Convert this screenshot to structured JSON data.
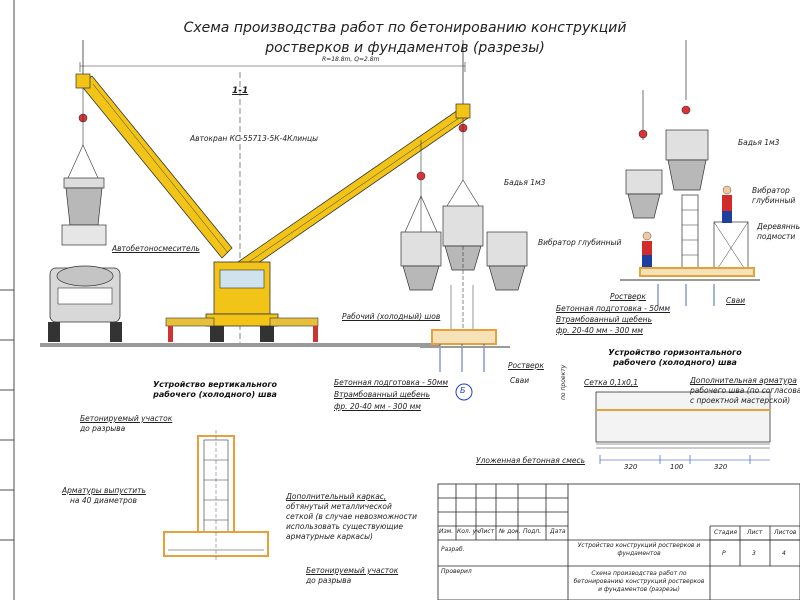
{
  "drawing": {
    "title": "Схема производства работ по бетонированию конструкций ростверков и фундаментов (разрезы)",
    "crane_params": "R=18.8m, Q=2.8m",
    "section_mark": "1-1",
    "crane_label": "Автокран КС-55713-5К-4Клинцы",
    "mixer_label": "Автобетоносмеситель",
    "bucket_label_left": "Бадья 1м3",
    "bucket_label_right": "Бадья 1м3",
    "cold_joint_board": "Рабочий (холодный) шов",
    "grillage_label": "Ростверк",
    "piles_label": "Сваи",
    "left_layers": [
      "Бетонная подготовка - 50мм",
      "Втрамбованный щебень",
      "фр. 20-40 мм - 300 мм"
    ],
    "circle_mark": "Б",
    "vibrator_right": [
      "Вибратор",
      "глубинный"
    ],
    "vibrator_left": "Вибратор глубинный",
    "wood_deck": [
      "Деревянные",
      "подмости"
    ],
    "right_grillage": "Ростверк",
    "right_piles": "Сваи",
    "right_layers": [
      "Бетонная подготовка - 50мм",
      "Втрамбованный щебень",
      "фр. 20-40 мм - 300 мм"
    ],
    "vertical_joint_header": [
      "Устройство вертикального",
      "рабочего (холодного) шва"
    ],
    "concrete_area_top": [
      "Бетонируемый участок",
      "до разрыва"
    ],
    "rebar_outlet": [
      "Арматуры выпустить",
      "на 40 диаметров"
    ],
    "extra_frame": [
      "Дополнительный каркас,",
      "обтянутый металлической",
      "сеткой (в случае невозможности",
      "использовать существующие",
      "арматурные каркасы)"
    ],
    "concrete_area_bottom": [
      "Бетонируемый участок",
      "до разрыва"
    ],
    "horizontal_joint_header": [
      "Устройство горизонтального",
      "рабочего (холодного) шва"
    ],
    "mesh_label": "Сетка 0,1х0,1",
    "extra_rebar": [
      "Дополнительная арматура",
      "рабочего шва (по согласованию",
      "с проектной мастерской)"
    ],
    "along_project": "по проекту",
    "laid_concrete": "Уложенная бетонная смесь",
    "dims": [
      "320",
      "100",
      "320"
    ]
  },
  "title_block": {
    "cols": [
      "Изм.",
      "Кол. уч",
      "Лист",
      "№ док.",
      "Подп.",
      "Дата"
    ],
    "developed": "Разраб.",
    "checked": "Проверил",
    "object_name": "Устройство конструкций ростверков и фундаментов",
    "sheet_name": "Схема производства работ по бетонированию конструкций ростверков и фундаментов (разрезы)",
    "stage_header": "Стадия",
    "sheet_header": "Лист",
    "sheets_header": "Листов",
    "stage": "Р",
    "sheet": "3",
    "sheets": "4"
  },
  "colors": {
    "crane_yellow": "#f2c417",
    "bucket_gray": "#b8b8b8",
    "concrete_orange": "#e8a03a",
    "ground_gray": "#9a9a9a",
    "worker_red": "#d22b2b",
    "worker_blue": "#1e3fa0",
    "dimension_blue": "#2340c8"
  }
}
